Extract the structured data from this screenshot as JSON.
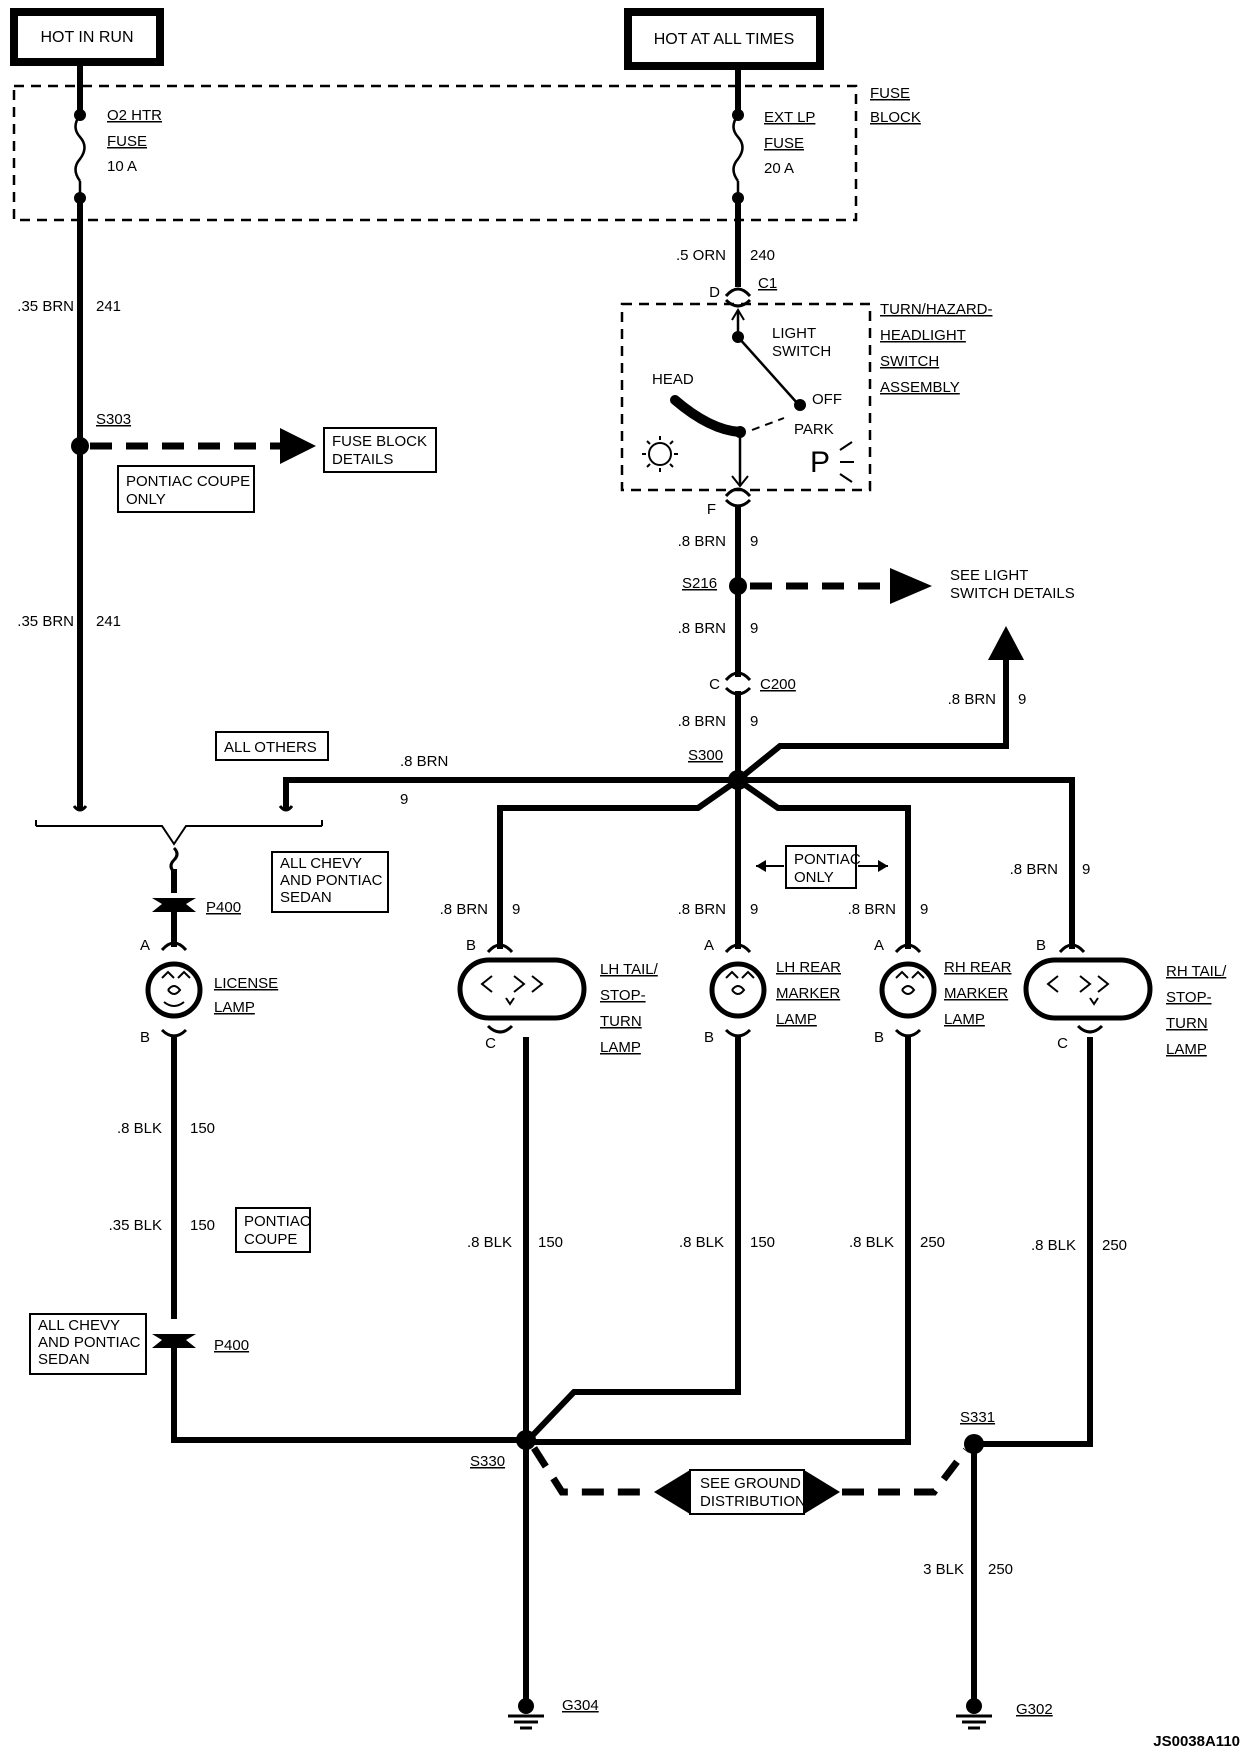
{
  "sources": {
    "hot_in_run": "HOT IN RUN",
    "hot_at_all_times": "HOT AT ALL TIMES"
  },
  "fuse_block": {
    "label": [
      "FUSE",
      "BLOCK"
    ],
    "fuse1": {
      "name": "O2 HTR",
      "type": "FUSE",
      "rating": "10 A"
    },
    "fuse2": {
      "name": "EXT LP",
      "type": "FUSE",
      "rating": "20 A"
    }
  },
  "switch": {
    "label": [
      "TURN/HAZARD-",
      "HEADLIGHT",
      "SWITCH",
      "ASSEMBLY"
    ],
    "light_switch": [
      "LIGHT",
      "SWITCH"
    ],
    "head": "HEAD",
    "off": "OFF",
    "park": "PARK",
    "park_symbol": "P",
    "connector": "C1",
    "pin_in": "D",
    "pin_out": "F"
  },
  "wires": {
    "w240": {
      "gauge": ".5 ORN",
      "circuit": "240"
    },
    "w241a": {
      "gauge": ".35 BRN",
      "circuit": "241"
    },
    "w241b": {
      "gauge": ".35 BRN",
      "circuit": "241"
    },
    "w9a": {
      "gauge": ".8 BRN",
      "circuit": "9"
    },
    "w9b": {
      "gauge": ".8 BRN",
      "circuit": "9"
    },
    "w9c": {
      "gauge": ".8 BRN",
      "circuit": "9"
    },
    "w9_right": {
      "gauge": ".8 BRN",
      "circuit": "9"
    },
    "w9_left": {
      "gauge": ".8 BRN",
      "circuit": "9"
    },
    "w9_lh_tail": {
      "gauge": ".8 BRN",
      "circuit": "9"
    },
    "w9_lh_marker": {
      "gauge": ".8 BRN",
      "circuit": "9"
    },
    "w9_rh_marker": {
      "gauge": ".8 BRN",
      "circuit": "9"
    },
    "w9_rh_tail": {
      "gauge": ".8 BRN",
      "circuit": "9"
    },
    "w150_lic1": {
      "gauge": ".8 BLK",
      "circuit": "150"
    },
    "w150_lic2": {
      "gauge": ".35 BLK",
      "circuit": "150"
    },
    "w150_lh_tail": {
      "gauge": ".8 BLK",
      "circuit": "150"
    },
    "w150_lh_marker": {
      "gauge": ".8 BLK",
      "circuit": "150"
    },
    "w250_rh_marker": {
      "gauge": ".8 BLK",
      "circuit": "250"
    },
    "w250_rh_tail": {
      "gauge": ".8 BLK",
      "circuit": "250"
    },
    "w250_ground": {
      "gauge": "3 BLK",
      "circuit": "250"
    }
  },
  "splices": {
    "s303": "S303",
    "s216": "S216",
    "s300": "S300",
    "s330": "S330",
    "s331": "S331"
  },
  "connectors": {
    "c200": "C200",
    "c200_pin": "C",
    "p400_top": "P400",
    "p400_bottom": "P400"
  },
  "notes": {
    "fuse_block_details": [
      "FUSE BLOCK",
      "DETAILS"
    ],
    "pontiac_coupe_only": [
      "PONTIAC COUPE",
      "ONLY"
    ],
    "see_light_switch_details": [
      "SEE LIGHT",
      "SWITCH DETAILS"
    ],
    "all_others": "ALL OTHERS",
    "all_chevy_top": [
      "ALL CHEVY",
      "AND PONTIAC",
      "SEDAN"
    ],
    "pontiac_only": [
      "PONTIAC",
      "ONLY"
    ],
    "pontiac_coupe": [
      "PONTIAC",
      "COUPE"
    ],
    "all_chevy_bottom": [
      "ALL CHEVY",
      "AND PONTIAC",
      "SEDAN"
    ],
    "see_ground_distribution": [
      "SEE GROUND",
      "DISTRIBUTION"
    ]
  },
  "lamps": {
    "license": {
      "name": [
        "LICENSE",
        "LAMP"
      ],
      "pin_in": "A",
      "pin_out": "B"
    },
    "lh_tail": {
      "name": [
        "LH TAIL/",
        "STOP-",
        "TURN",
        "LAMP"
      ],
      "pin_in": "B",
      "pin_out": "C"
    },
    "lh_marker": {
      "name": [
        "LH REAR",
        "MARKER",
        "LAMP"
      ],
      "pin_in": "A",
      "pin_out": "B"
    },
    "rh_marker": {
      "name": [
        "RH REAR",
        "MARKER",
        "LAMP"
      ],
      "pin_in": "A",
      "pin_out": "B"
    },
    "rh_tail": {
      "name": [
        "RH TAIL/",
        "STOP-",
        "TURN",
        "LAMP"
      ],
      "pin_in": "B",
      "pin_out": "C"
    }
  },
  "grounds": {
    "g304": "G304",
    "g302": "G302"
  },
  "figure_id": "JS0038A110"
}
